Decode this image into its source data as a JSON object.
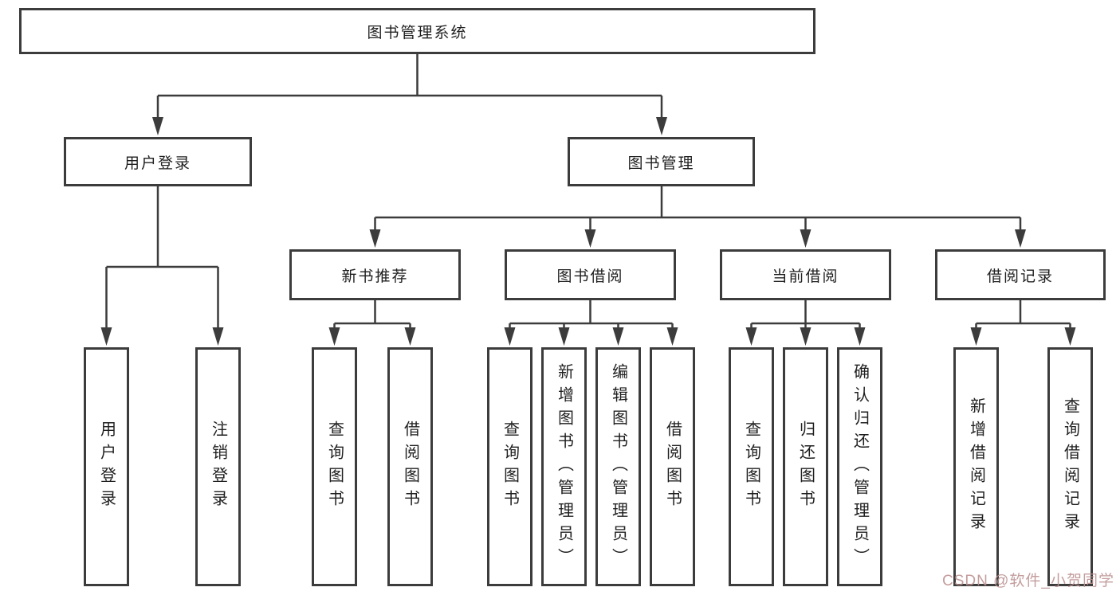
{
  "tree": {
    "root": {
      "label": "图书管理系统"
    },
    "branches": [
      {
        "label": "用户登录",
        "children": [
          {
            "label": "用户登录"
          },
          {
            "label": "注销登录"
          }
        ]
      },
      {
        "label": "图书管理",
        "children": [
          {
            "label": "新书推荐",
            "children": [
              {
                "label": "查询图书"
              },
              {
                "label": "借阅图书"
              }
            ]
          },
          {
            "label": "图书借阅",
            "children": [
              {
                "label": "查询图书"
              },
              {
                "label": "新增图书（管理员）"
              },
              {
                "label": "编辑图书（管理员）"
              },
              {
                "label": "借阅图书"
              }
            ]
          },
          {
            "label": "当前借阅",
            "children": [
              {
                "label": "查询图书"
              },
              {
                "label": "归还图书"
              },
              {
                "label": "确认归还（管理员）"
              }
            ]
          },
          {
            "label": "借阅记录",
            "children": [
              {
                "label": "新增借阅记录"
              },
              {
                "label": "查询借阅记录"
              }
            ]
          }
        ]
      }
    ]
  },
  "watermark": {
    "text": "CSDN @软件_小贺同学"
  },
  "colors": {
    "line": "#3c3c3c",
    "box_border": "#3c3c3c",
    "text": "#1f1f1f",
    "watermark": "#bc8f8f",
    "background": "#ffffff"
  }
}
